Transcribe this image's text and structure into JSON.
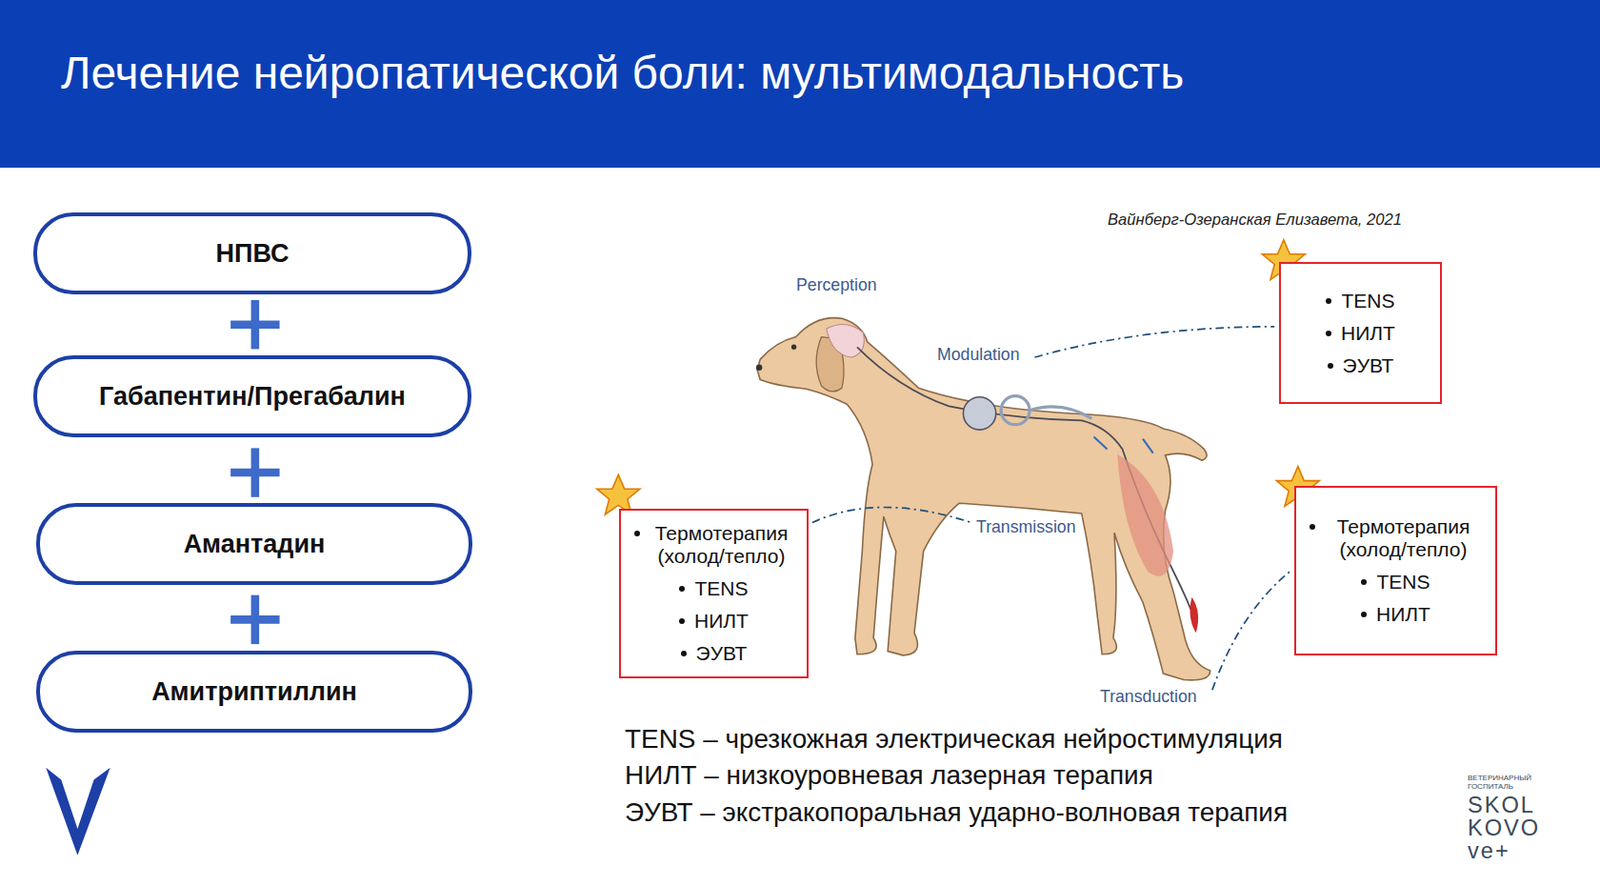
{
  "diagram": {
    "title": "Лечение нейропатической боли: мультимодальность",
    "nodes": [
      {
        "text": [
          "НПВС"
        ]
      },
      {
        "text": [
          "Габапентин/Прегабалин"
        ]
      },
      {
        "text": [
          "Амантадин"
        ]
      },
      {
        "text": [
          "Амитриптиллин"
        ]
      },
      {
        "text": [
          "TENS",
          "НИЛТ",
          "ЭУВТ"
        ]
      },
      {
        "text": [
          "Термотерапия (холод/тепло)",
          "TENS",
          "НИЛТ",
          "ЭУВТ"
        ]
      },
      {
        "text": [
          "Термотерапия (холод/тепло)",
          "TENS",
          "НИЛТ"
        ]
      }
    ],
    "labels": [
      "Вайнберг-Озеранская Елизавета, 2021",
      "Perception",
      "Modulation",
      "Transmission",
      "Transduction",
      "TENS – чрезкожная электрическая нейростимуляция",
      "НИЛТ – низкоуровневая лазерная терапия",
      "ЭУВТ – экстракопоральная ударно-волновая терапия",
      "ВЕТЕРИНАРНЫЙ",
      "ГОСПИТАЛЬ",
      "SKOL",
      "KOVO",
      "ve+"
    ]
  }
}
